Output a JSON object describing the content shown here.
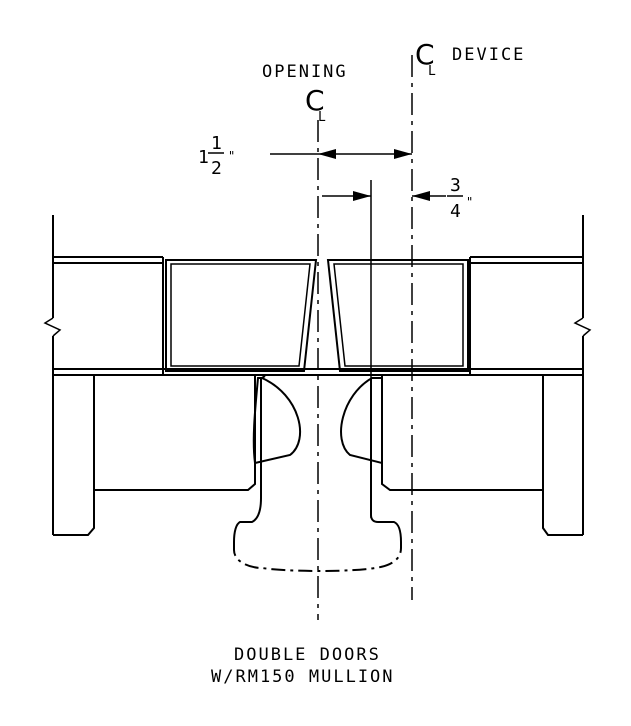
{
  "labels": {
    "opening": "OPENING",
    "device": "DEVICE",
    "centerline_symbol_c": "C",
    "centerline_symbol_l": "L",
    "dim_left_whole": "1",
    "dim_left_num": "1",
    "dim_left_den": "2",
    "dim_left_unit": "\"",
    "dim_right_num": "3",
    "dim_right_den": "4",
    "dim_right_unit": "\"",
    "title_line1": "DOUBLE DOORS",
    "title_line2": "W/RM150 MULLION"
  }
}
